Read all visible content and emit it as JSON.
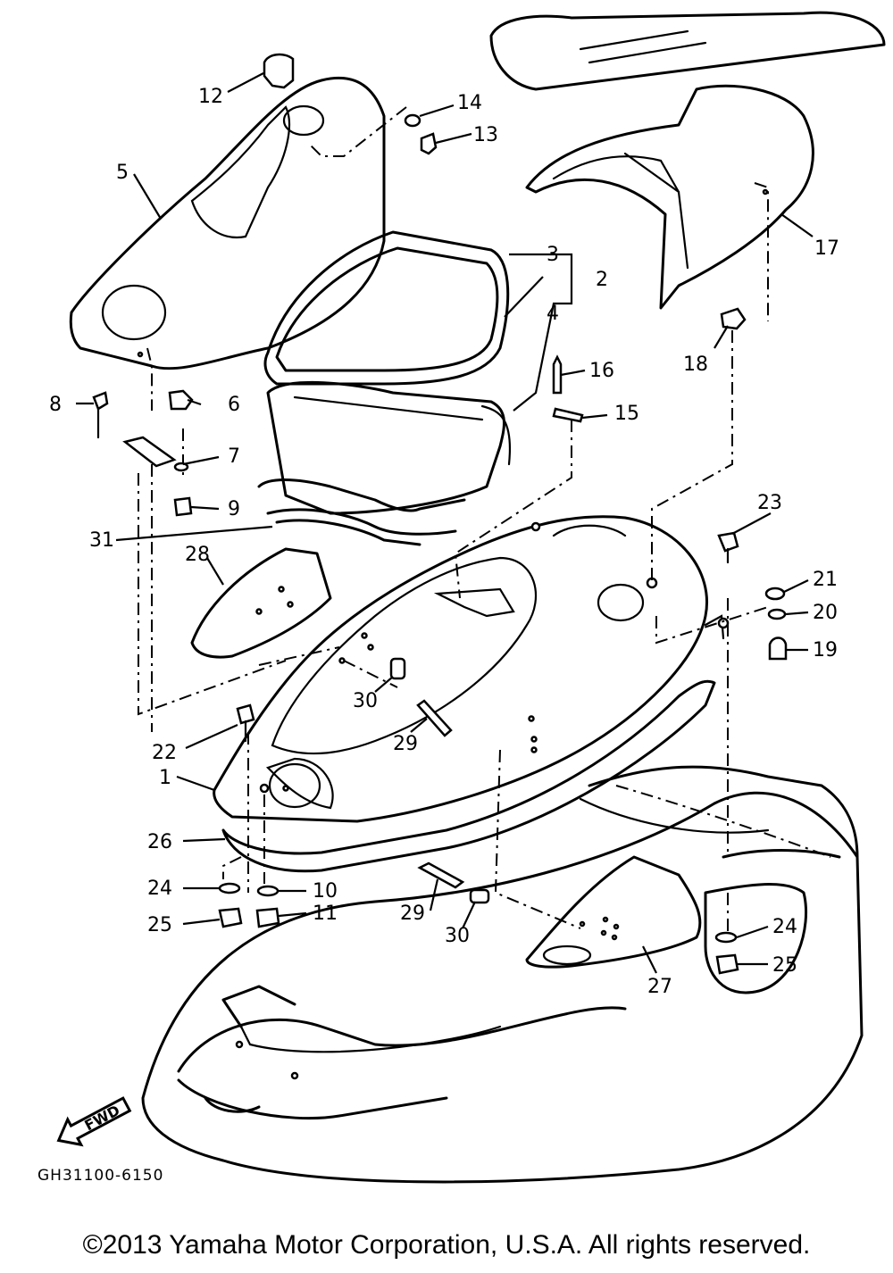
{
  "diagram": {
    "part_code": "GH31100-6150",
    "direction_label": "FWD",
    "copyright": "©2013 Yamaha Motor Corporation, U.S.A. All rights reserved.",
    "callouts": [
      "1",
      "2",
      "3",
      "4",
      "5",
      "6",
      "7",
      "8",
      "9",
      "10",
      "11",
      "12",
      "13",
      "14",
      "15",
      "16",
      "17",
      "18",
      "19",
      "20",
      "21",
      "22",
      "23",
      "24",
      "25",
      "26",
      "27",
      "28",
      "29",
      "30",
      "31",
      "24",
      "25",
      "29",
      "30"
    ]
  }
}
